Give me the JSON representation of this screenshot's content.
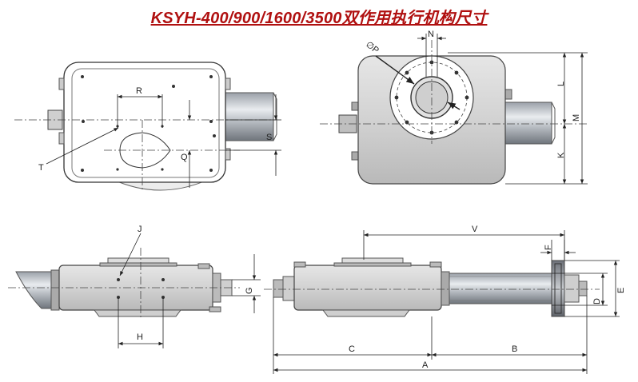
{
  "title": "KSYH-400/900/1600/3500双作用执行机构尺寸",
  "labels": {
    "R": "R",
    "S": "S",
    "Q": "Q",
    "T": "T",
    "phiP": "∅P",
    "N": "N",
    "L": "L",
    "M": "M",
    "K": "K",
    "J": "J",
    "G": "G",
    "H": "H",
    "V": "V",
    "F": "F",
    "E": "E",
    "D": "D",
    "C": "C",
    "B": "B",
    "A": "A"
  },
  "colors": {
    "title": "#b01010",
    "body_fill": "#d8d8d8",
    "body_stroke": "#555555",
    "dim_line": "#222222",
    "center_line": "#444444"
  }
}
